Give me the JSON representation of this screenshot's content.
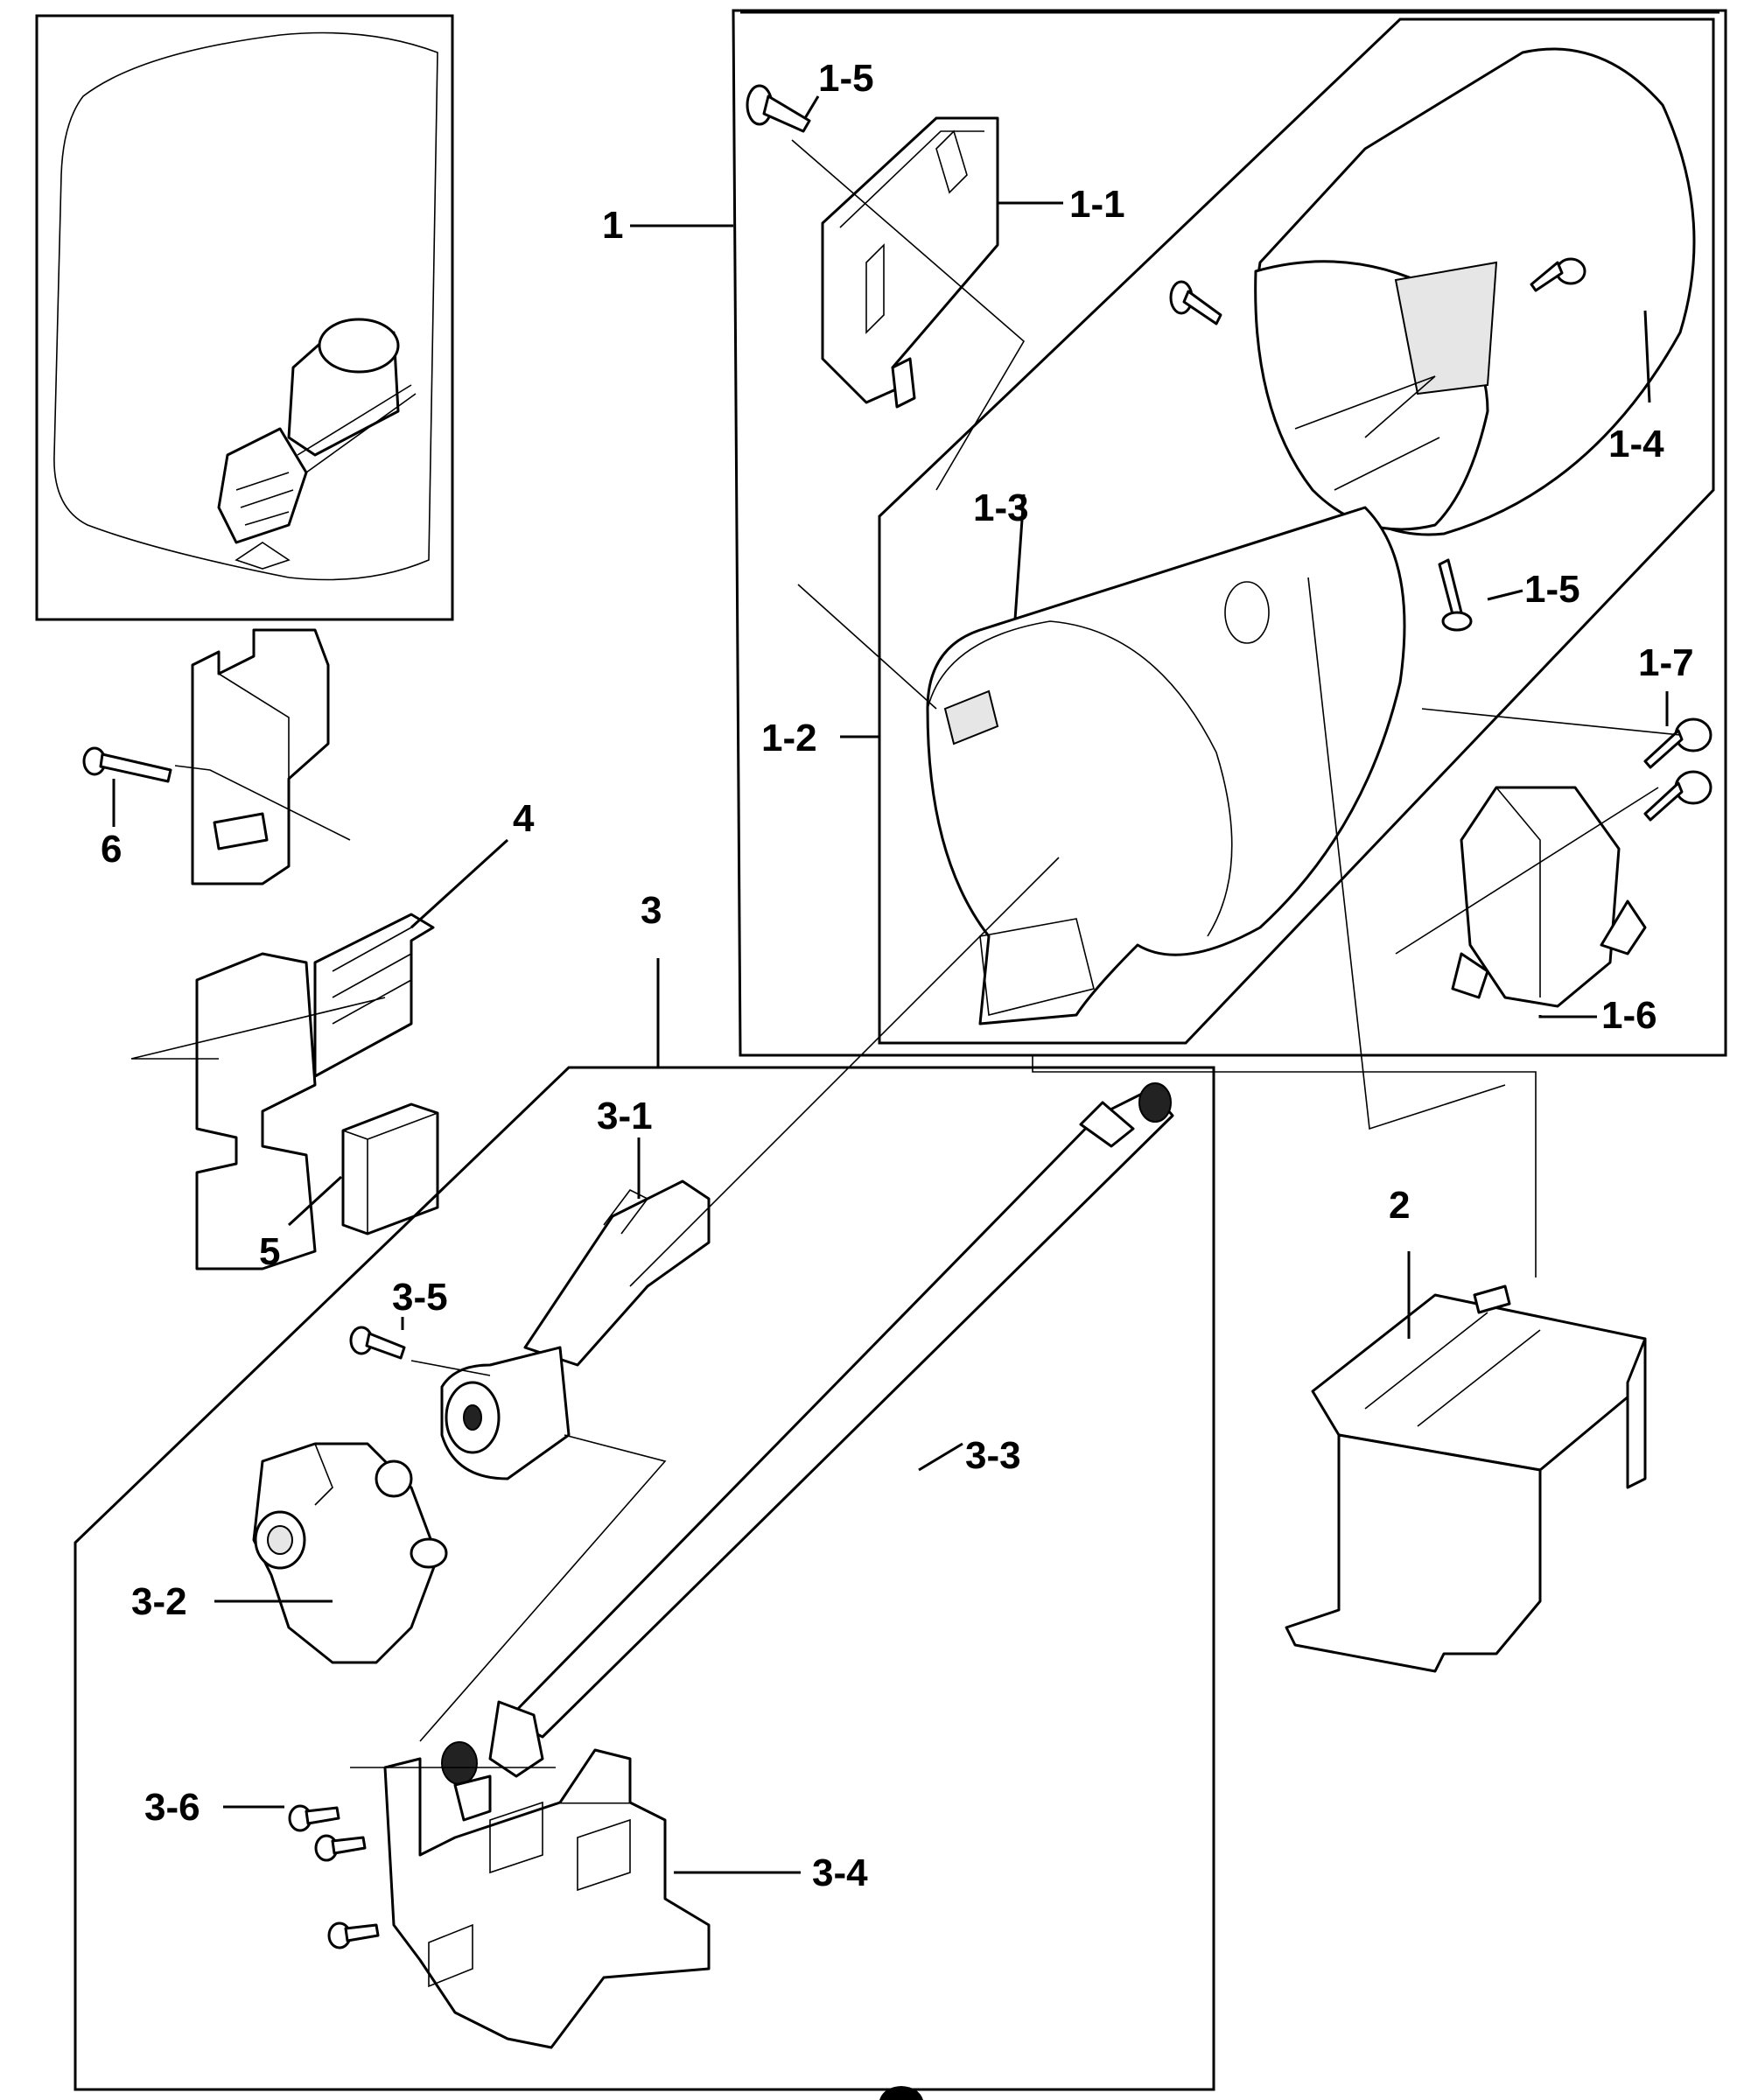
{
  "labels": {
    "l1": "1",
    "l1_1": "1-1",
    "l1_2": "1-2",
    "l1_3": "1-3",
    "l1_4": "1-4",
    "l1_5a": "1-5",
    "l1_5b": "1-5",
    "l1_6": "1-6",
    "l1_7": "1-7",
    "l2": "2",
    "l3": "3",
    "l3_1": "3-1",
    "l3_2": "3-2",
    "l3_3": "3-3",
    "l3_4": "3-4",
    "l3_5": "3-5",
    "l3_6": "3-6",
    "l4": "4",
    "l5": "5",
    "l6": "6"
  }
}
